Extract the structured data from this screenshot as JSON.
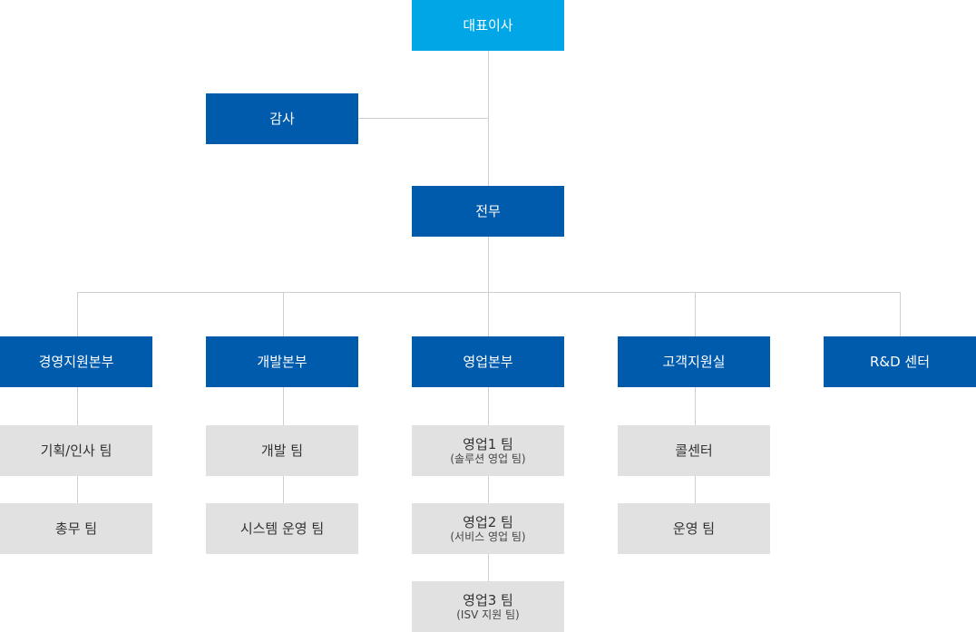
{
  "org": {
    "ceo": "대표이사",
    "audit": "감사",
    "managing_director": "전무",
    "divisions": {
      "management": "경영지원본부",
      "development": "개발본부",
      "sales": "영업본부",
      "customer": "고객지원실",
      "rnd": "R&D 센터"
    },
    "teams": {
      "management": [
        "기획/인사 팀",
        "총무 팀"
      ],
      "development": [
        "개발 팀",
        "시스템 운영 팀"
      ],
      "sales": [
        {
          "label": "영업1 팀",
          "sub": "(솔루션 영업 팀)"
        },
        {
          "label": "영업2 팀",
          "sub": "(서비스 영업 팀)"
        },
        {
          "label": "영업3 팀",
          "sub": "(ISV 지원 팀)"
        }
      ],
      "customer": [
        "콜센터",
        "운영 팀"
      ]
    }
  },
  "colors": {
    "ceo": "#00a6e5",
    "department": "#005bac",
    "team": "#e1e1e1",
    "connector": "#cfcfcf"
  }
}
